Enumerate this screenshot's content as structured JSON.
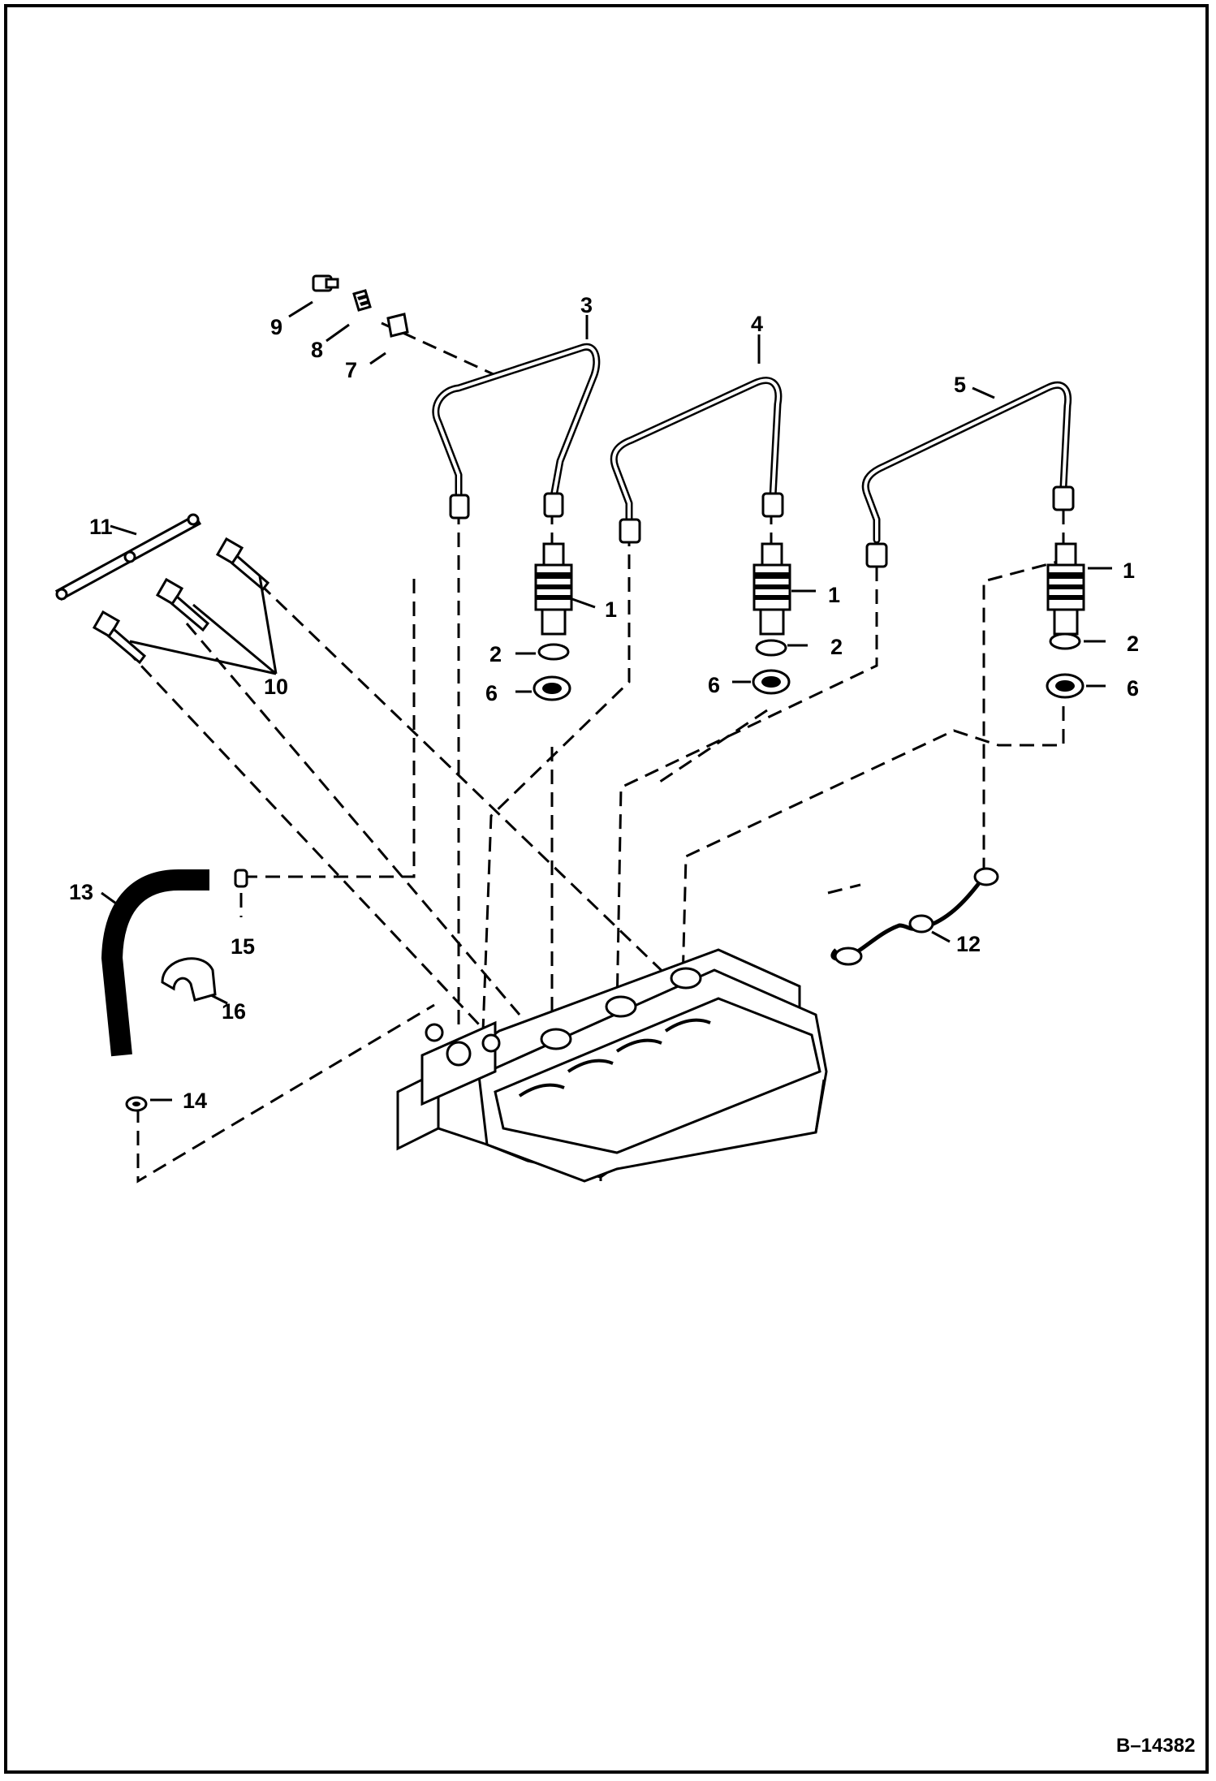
{
  "figure_number": "B–14382",
  "callouts": {
    "c1a": "1",
    "c1b": "1",
    "c1c": "1",
    "c2a": "2",
    "c2b": "2",
    "c2c": "2",
    "c3": "3",
    "c4": "4",
    "c5": "5",
    "c6a": "6",
    "c6b": "6",
    "c6c": "6",
    "c7": "7",
    "c8": "8",
    "c9": "9",
    "c10": "10",
    "c11": "11",
    "c12": "12",
    "c13": "13",
    "c14": "14",
    "c15": "15",
    "c16": "16"
  }
}
